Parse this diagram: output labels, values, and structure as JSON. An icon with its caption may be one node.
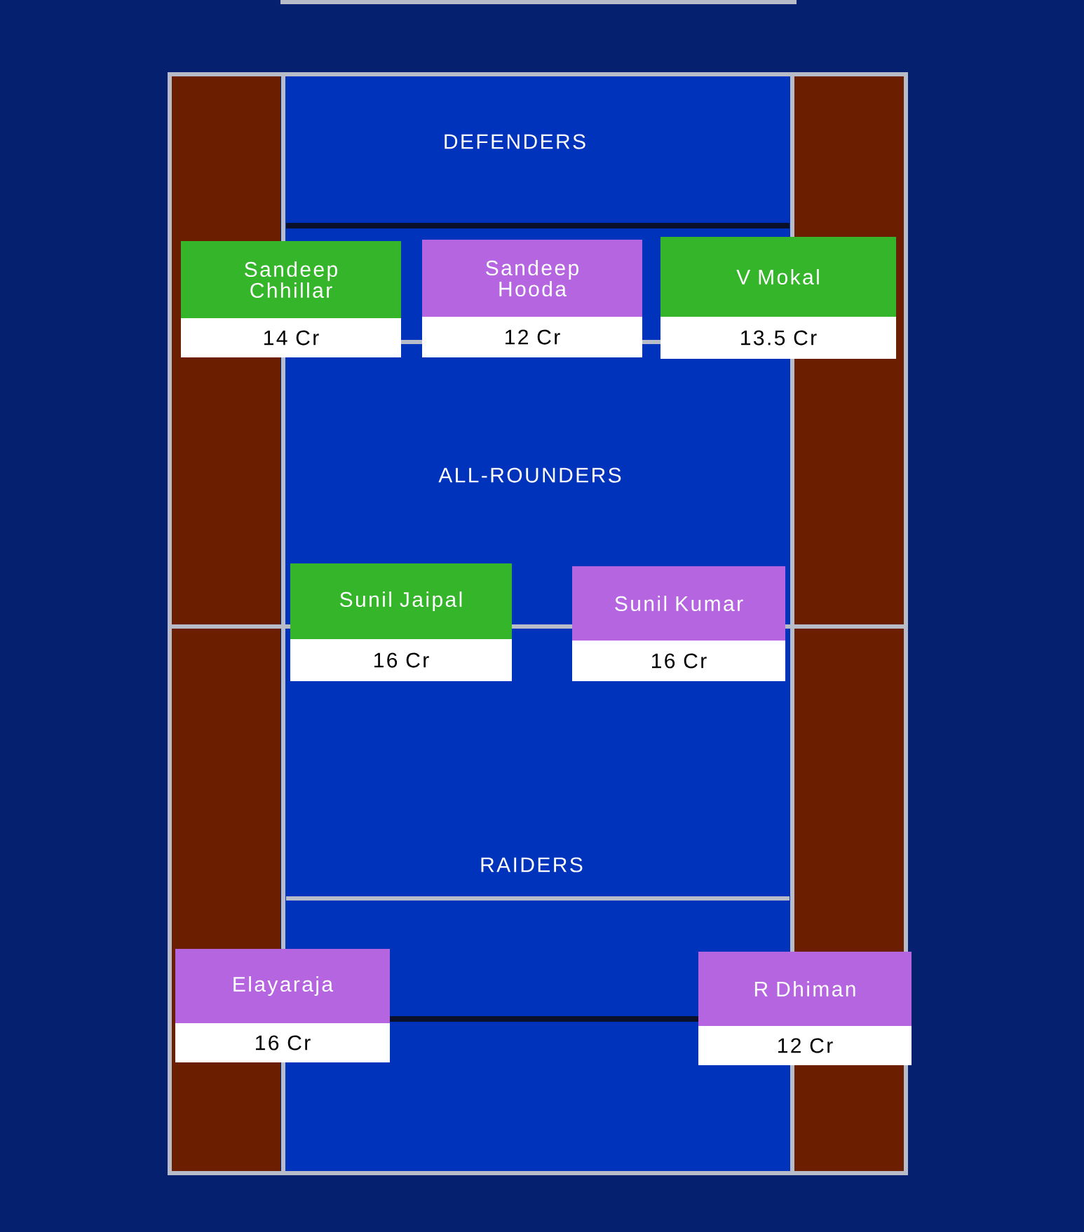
{
  "diagram": {
    "nodes": [
      {
        "text": [
          "Sandeep Chhillar",
          "14 Cr"
        ]
      },
      {
        "text": [
          "Sandeep Hooda",
          "12 Cr"
        ]
      },
      {
        "text": [
          "V Mokal",
          "13.5 Cr"
        ]
      },
      {
        "text": [
          "Sunil Jaipal",
          "16 Cr"
        ]
      },
      {
        "text": [
          "Sunil Kumar",
          "16 Cr"
        ]
      },
      {
        "text": [
          "Elayaraja",
          "16 Cr"
        ]
      },
      {
        "text": [
          "R Dhiman",
          "12 Cr"
        ]
      }
    ],
    "labels": [
      "DEFENDERS",
      "ALL-ROUNDERS",
      "RAIDERS"
    ]
  }
}
